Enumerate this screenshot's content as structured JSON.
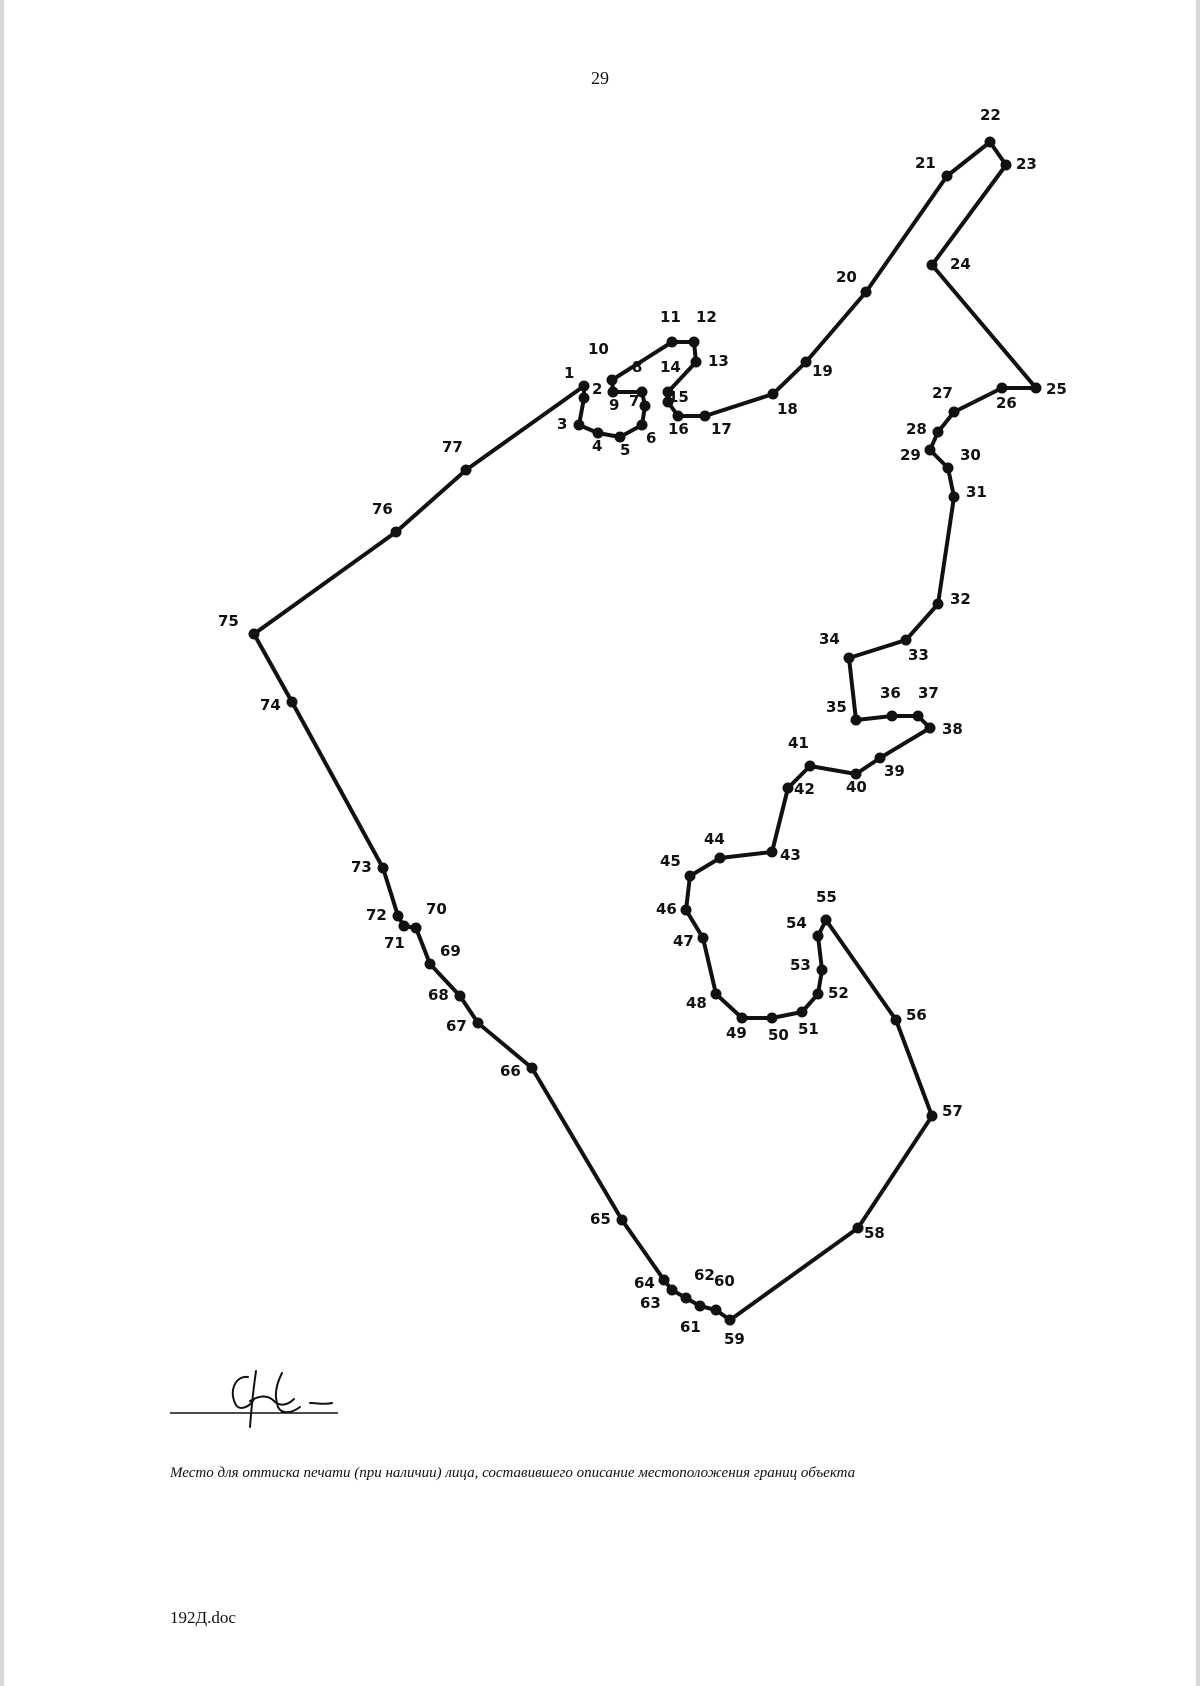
{
  "page_number": "29",
  "scheme": {
    "vertices": [
      {
        "n": "1"
      },
      {
        "n": "2"
      },
      {
        "n": "3"
      },
      {
        "n": "4"
      },
      {
        "n": "5"
      },
      {
        "n": "6"
      },
      {
        "n": "7"
      },
      {
        "n": "8"
      },
      {
        "n": "9"
      },
      {
        "n": "10"
      },
      {
        "n": "11"
      },
      {
        "n": "12"
      },
      {
        "n": "13"
      },
      {
        "n": "14"
      },
      {
        "n": "15"
      },
      {
        "n": "16"
      },
      {
        "n": "17"
      },
      {
        "n": "18"
      },
      {
        "n": "19"
      },
      {
        "n": "20"
      },
      {
        "n": "21"
      },
      {
        "n": "22"
      },
      {
        "n": "23"
      },
      {
        "n": "24"
      },
      {
        "n": "25"
      },
      {
        "n": "26"
      },
      {
        "n": "27"
      },
      {
        "n": "28"
      },
      {
        "n": "29"
      },
      {
        "n": "30"
      },
      {
        "n": "31"
      },
      {
        "n": "32"
      },
      {
        "n": "33"
      },
      {
        "n": "34"
      },
      {
        "n": "35"
      },
      {
        "n": "36"
      },
      {
        "n": "37"
      },
      {
        "n": "38"
      },
      {
        "n": "39"
      },
      {
        "n": "40"
      },
      {
        "n": "41"
      },
      {
        "n": "42"
      },
      {
        "n": "43"
      },
      {
        "n": "44"
      },
      {
        "n": "45"
      },
      {
        "n": "46"
      },
      {
        "n": "47"
      },
      {
        "n": "48"
      },
      {
        "n": "49"
      },
      {
        "n": "50"
      },
      {
        "n": "51"
      },
      {
        "n": "52"
      },
      {
        "n": "53"
      },
      {
        "n": "54"
      },
      {
        "n": "55"
      },
      {
        "n": "56"
      },
      {
        "n": "57"
      },
      {
        "n": "58"
      },
      {
        "n": "59"
      },
      {
        "n": "60"
      },
      {
        "n": "61"
      },
      {
        "n": "62"
      },
      {
        "n": "63"
      },
      {
        "n": "64"
      },
      {
        "n": "65"
      },
      {
        "n": "66"
      },
      {
        "n": "67"
      },
      {
        "n": "68"
      },
      {
        "n": "69"
      },
      {
        "n": "70"
      },
      {
        "n": "71"
      },
      {
        "n": "72"
      },
      {
        "n": "73"
      },
      {
        "n": "74"
      },
      {
        "n": "75"
      },
      {
        "n": "76"
      },
      {
        "n": "77"
      }
    ]
  },
  "caption": "Место для оттиска печати (при наличии) лица, составившего описание местоположения границ объекта",
  "footer": {
    "filename": "192Д.doc"
  }
}
